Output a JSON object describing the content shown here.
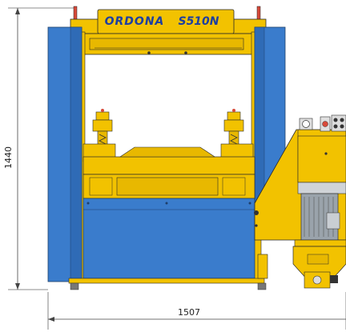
{
  "brand": {
    "logo_text": "ORDONA",
    "model": "S510N"
  },
  "dimensions": {
    "height_label": "1440",
    "width_label": "1507"
  },
  "colors": {
    "machine_yellow": "#f2c200",
    "panel_blue": "#3a7ccc",
    "motor_grey": "#9aa3ab",
    "outline": "#2a2a2a",
    "dimension_line": "#555555"
  }
}
